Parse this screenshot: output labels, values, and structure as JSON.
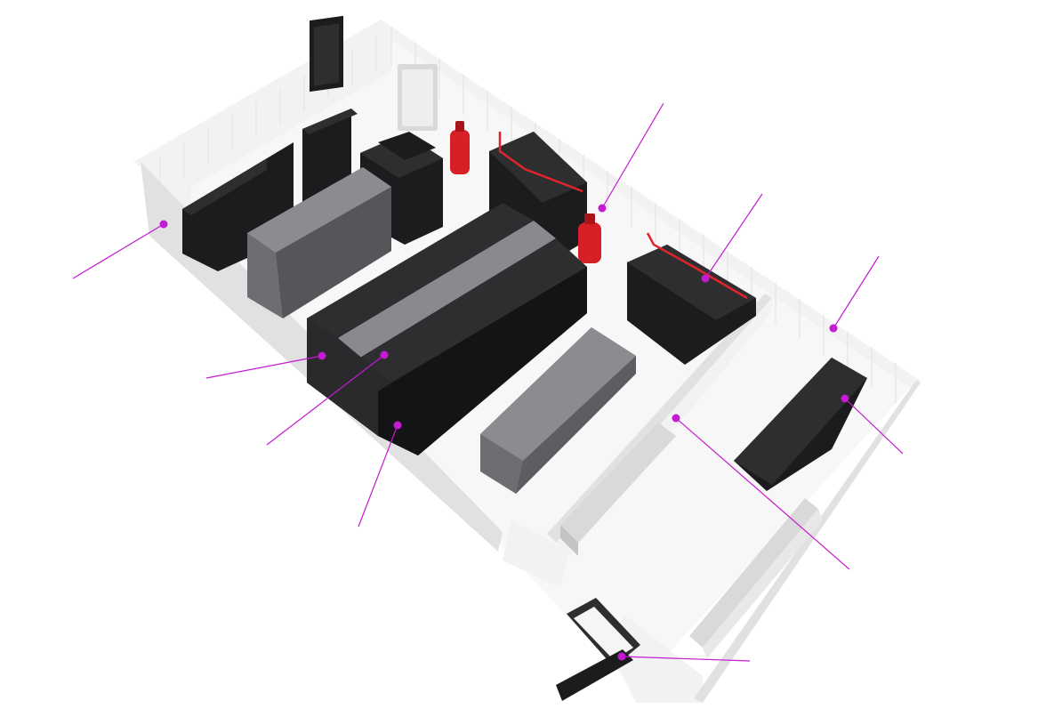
{
  "colors": {
    "background": "#ffffff",
    "wall": "#f2f2f2",
    "wall_shade": "#e1e1e1",
    "floor": "#f7f7f7",
    "rack_dark": "#1c1c1e",
    "rack_top": "#2e2e31",
    "rack_grey": "#6e6e72",
    "rack_grey_top": "#8c8c90",
    "cabinet_light": "#d9d9d9",
    "extinguisher_red": "#d61f26",
    "pipe_red": "#e0242b",
    "callout": "#c21bd1"
  },
  "hotspots": [
    {
      "name": "hotspot-room-enclosure"
    },
    {
      "name": "hotspot-rack-row-left"
    },
    {
      "name": "hotspot-cold-aisle-roof"
    },
    {
      "name": "hotspot-rack-row-right"
    },
    {
      "name": "hotspot-fire-suppression"
    },
    {
      "name": "hotspot-precision-cooling"
    },
    {
      "name": "hotspot-room-wall"
    },
    {
      "name": "hotspot-battery-cabinet"
    },
    {
      "name": "hotspot-power-cabinets"
    },
    {
      "name": "hotspot-entrance-door"
    }
  ]
}
